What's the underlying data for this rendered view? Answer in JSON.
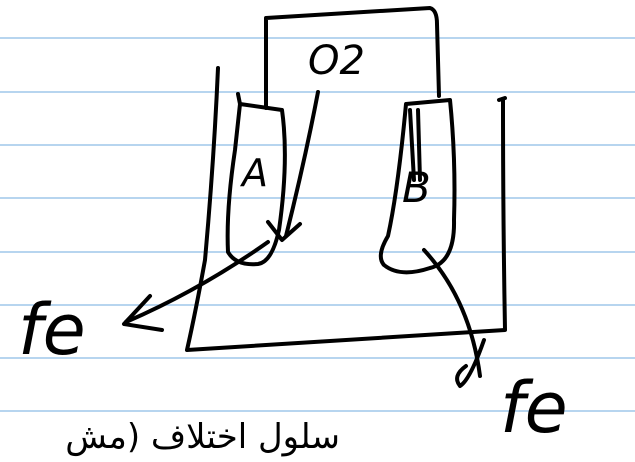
{
  "page": {
    "background": "#ffffff",
    "rule_color": "#9fc7ea",
    "ink_color": "#000000"
  },
  "diagram": {
    "top_label": "O2",
    "compartment_a_label": "A",
    "compartment_b_label": "B",
    "left_output_label": "fe",
    "right_output_label": "fe",
    "bottom_note": "سلول اختلاف (مش"
  }
}
